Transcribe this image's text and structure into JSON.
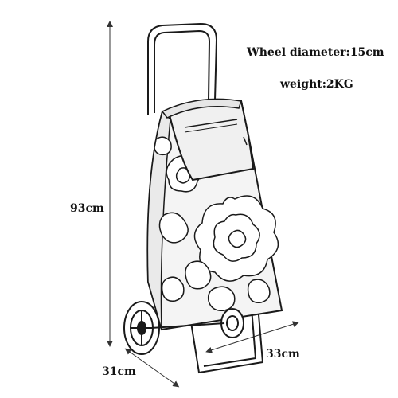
{
  "labels": {
    "wheel_diameter": "Wheel diameter:15cm",
    "weight": "weight:2KG",
    "height": "93cm",
    "width": "33cm",
    "depth": "31cm"
  },
  "colors": {
    "line": "#1a1a1a",
    "dimension_line": "#333333",
    "bag_fill": "#f4f4f4",
    "pattern_fill": "#ffffff",
    "background": "#ffffff"
  },
  "illustration": {
    "subject": "shopping-trolley",
    "pattern": "flower-print"
  }
}
